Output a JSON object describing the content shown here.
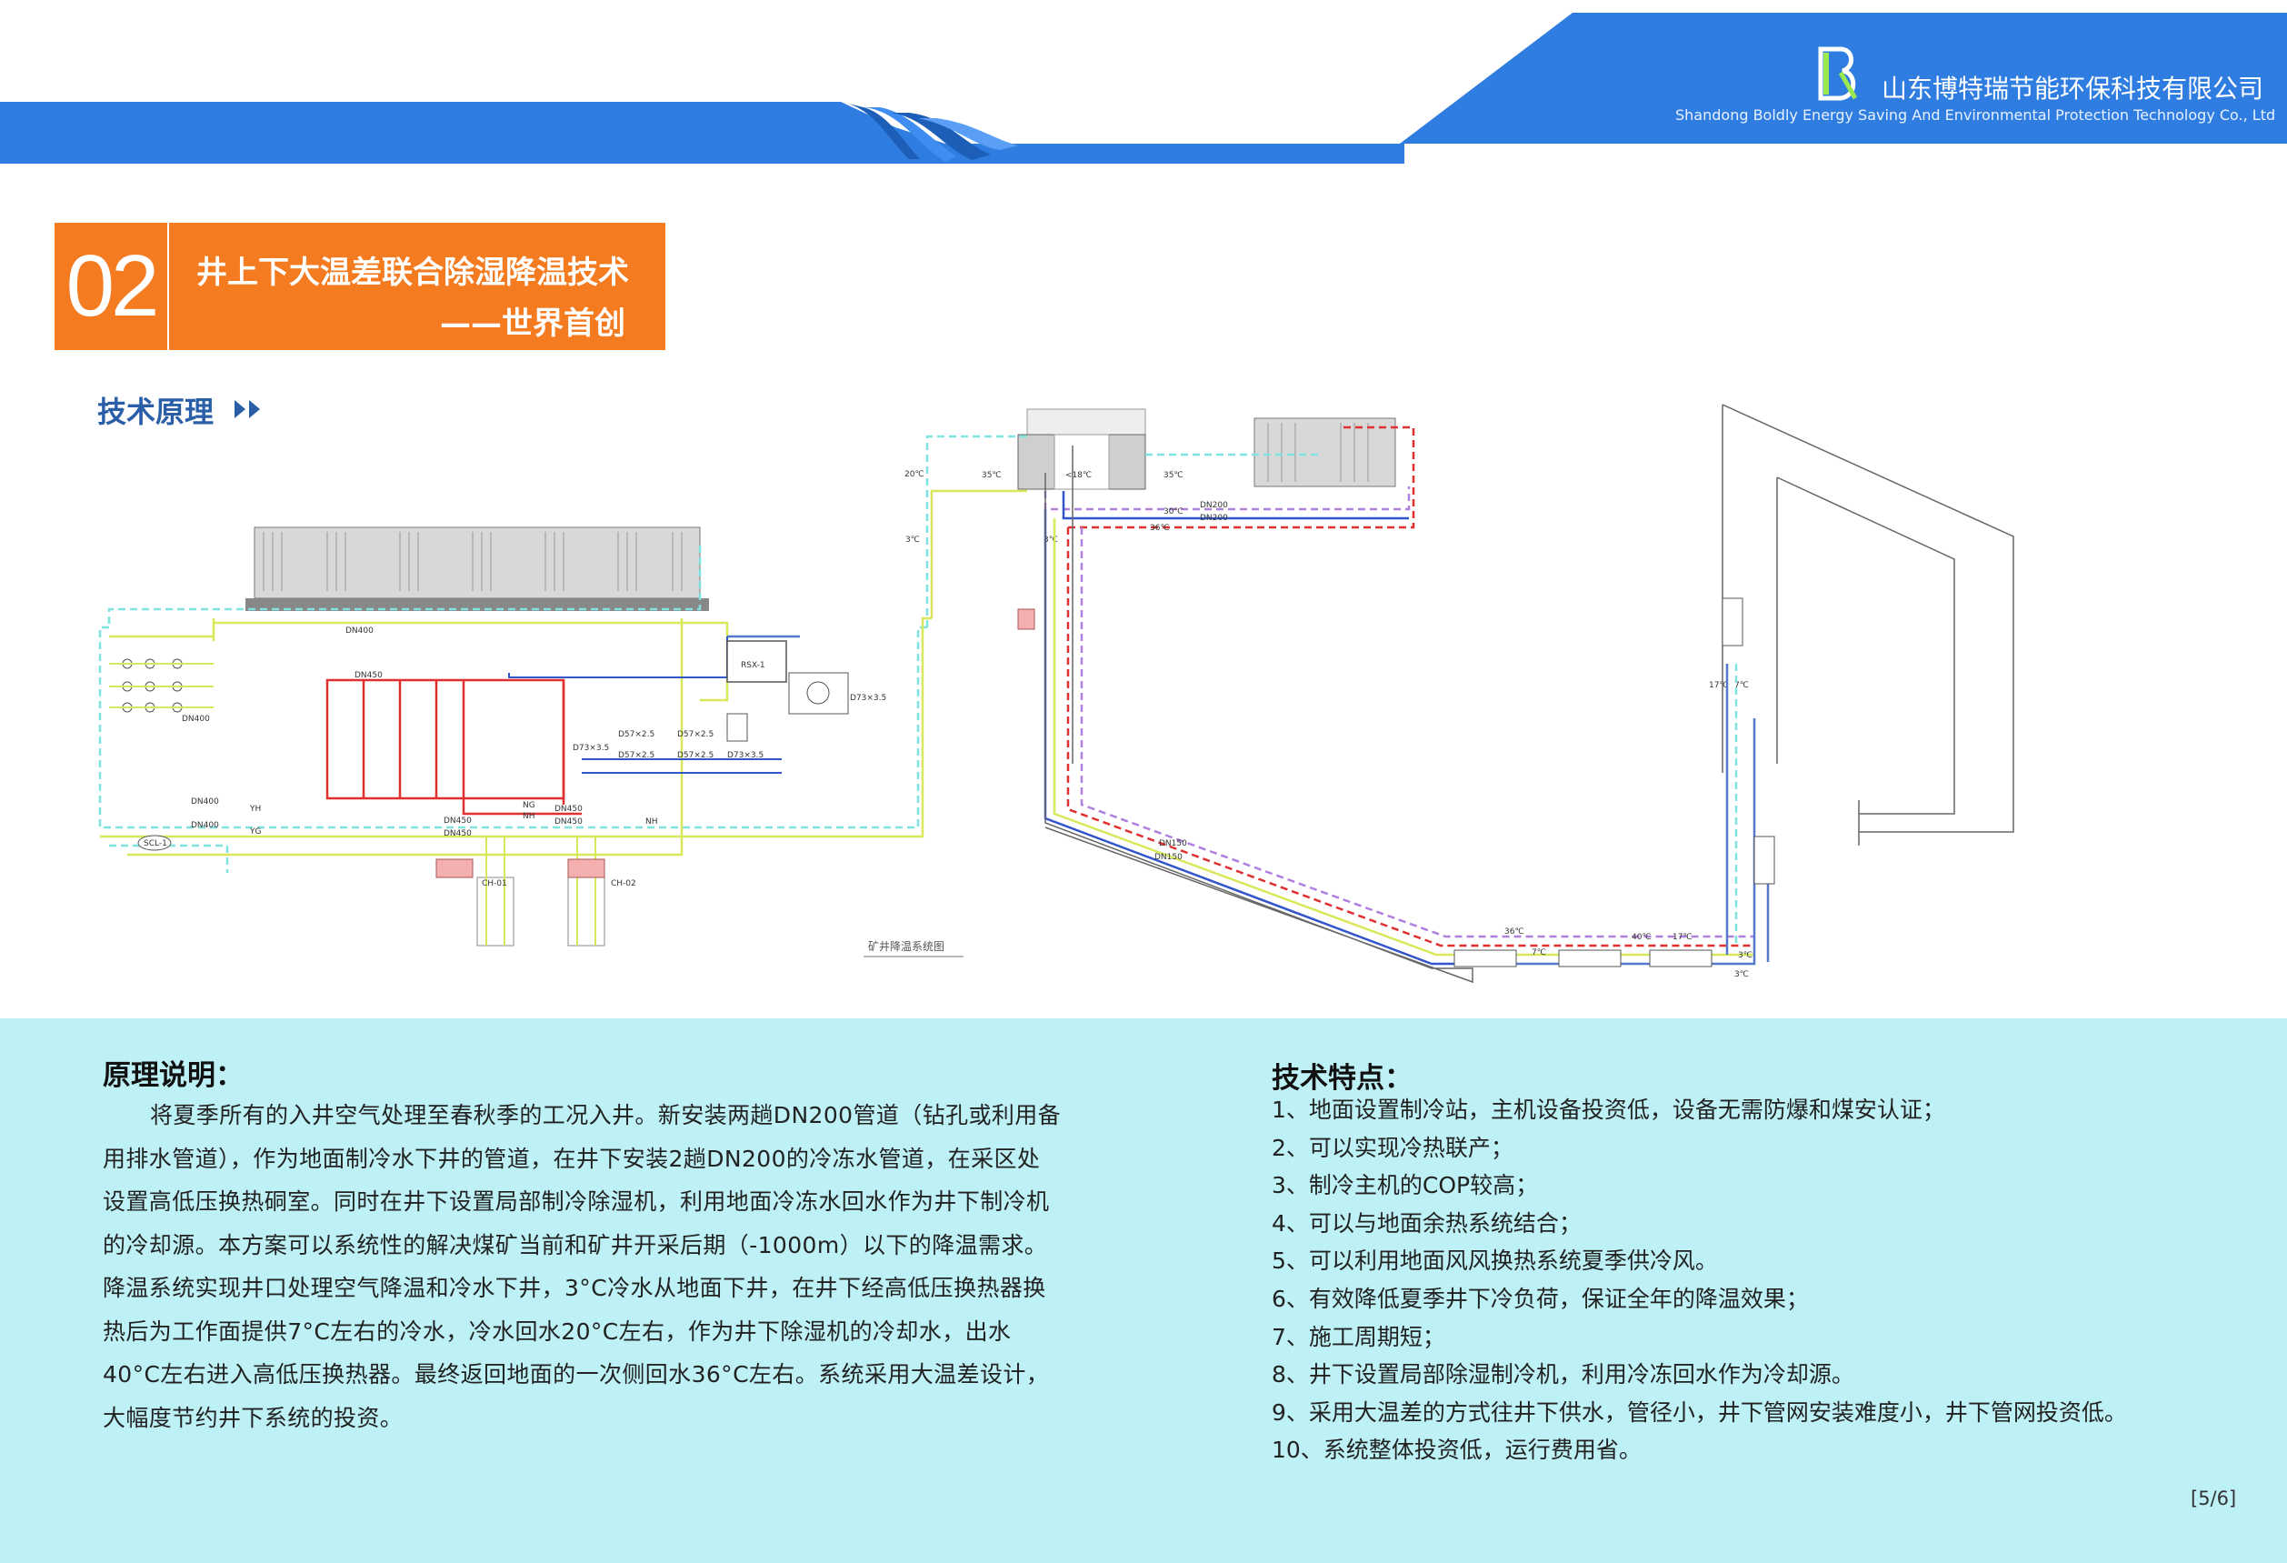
{
  "header": {
    "company_cn": "山东博特瑞节能环保科技有限公司",
    "company_en": "Shandong Boldly Energy Saving And Environmental Protection Technology Co., Ltd",
    "logo_icon": "br-logo-icon",
    "accent_color": "#2f7de1"
  },
  "section": {
    "number": "02",
    "title_line1": "井上下大温差联合除湿降温技术",
    "title_line2": "——世界首创",
    "color": "#f47b20"
  },
  "principle_heading": "技术原理",
  "diagram": {
    "caption": "矿井降温系统图",
    "labels": {
      "dn400": "DN400",
      "dn450": "DN450",
      "dn200": "DN200",
      "dn150": "DN150",
      "rsx": "RSX-1",
      "d73": "D73×3.5",
      "d57": "D57×2.5",
      "t20": "20℃",
      "t35": "35℃",
      "t36": "36℃",
      "t30": "30℃",
      "t3": "3℃",
      "t17": "17℃",
      "t7": "7℃",
      "t40": "40℃",
      "t18": "<18℃",
      "yh": "YH",
      "yg": "YG",
      "nh": "NH",
      "ng": "NG",
      "scl": "SCL-1",
      "ch1": "CH-01",
      "ch2": "CH-02"
    }
  },
  "left": {
    "heading": "原理说明：",
    "paragraph": "将夏季所有的入井空气处理至春秋季的工况入井。新安装两趟DN200管道（钻孔或利用备用排水管道），作为地面制冷水下井的管道，在井下安装2趟DN200的冷冻水管道，在采区处设置高低压换热硐室。同时在井下设置局部制冷除湿机，利用地面冷冻水回水作为井下制冷机的冷却源。本方案可以系统性的解决煤矿当前和矿井开采后期（-1000m）以下的降温需求。降温系统实现井口处理空气降温和冷水下井，3°C冷水从地面下井，在井下经高低压换热器换热后为工作面提供7°C左右的冷水，冷水回水20°C左右，作为井下除湿机的冷却水，出水40°C左右进入高低压换热器。最终返回地面的一次侧回水36°C左右。系统采用大温差设计，大幅度节约井下系统的投资。"
  },
  "right": {
    "heading": "技术特点：",
    "items": [
      "1、地面设置制冷站，主机设备投资低，设备无需防爆和煤安认证；",
      "2、可以实现冷热联产；",
      "3、制冷主机的COP较高；",
      "4、可以与地面余热系统结合；",
      "5、可以利用地面风风换热系统夏季供冷风。",
      "6、有效降低夏季井下冷负荷，保证全年的降温效果；",
      "7、施工周期短；",
      "8、井下设置局部除湿制冷机，利用冷冻回水作为冷却源。",
      "9、采用大温差的方式往井下供水，管径小，井下管网安装难度小，井下管网投资低。",
      "10、系统整体投资低，运行费用省。"
    ]
  },
  "page_number": "[5/6]",
  "colors": {
    "panel_bg": "#bdf1f6",
    "heading_blue": "#2a5fa8"
  }
}
